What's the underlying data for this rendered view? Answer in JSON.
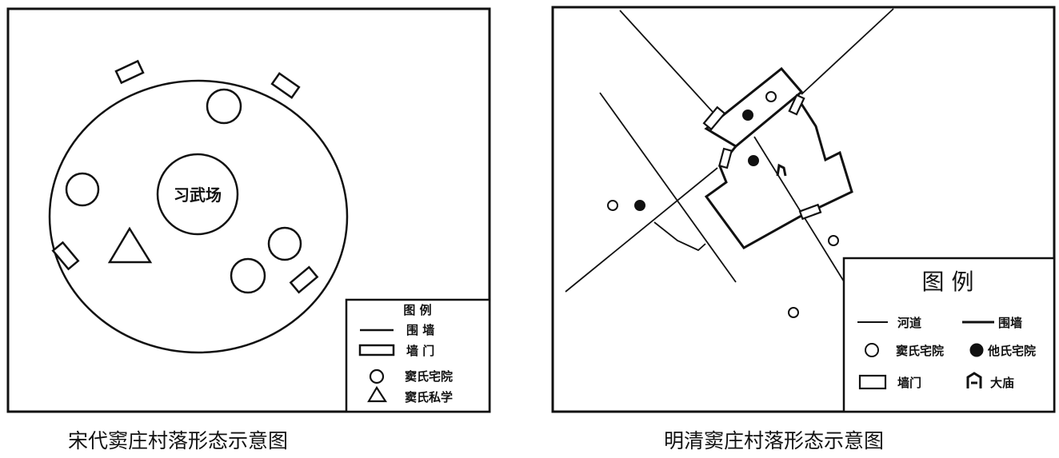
{
  "left_diagram": {
    "caption": "宋代窦庄村落形态示意图",
    "center_label": "习武场",
    "legend": {
      "title": "图 例",
      "items": [
        {
          "symbol": "line",
          "label": "围 墙"
        },
        {
          "symbol": "rectangle",
          "label": "墙 门"
        },
        {
          "symbol": "hollow-circle",
          "label": "窦氏宅院"
        },
        {
          "symbol": "triangle",
          "label": "窦氏私学"
        }
      ]
    }
  },
  "right_diagram": {
    "caption": "明清窦庄村落形态示意图",
    "legend": {
      "title": "图 例",
      "items": [
        {
          "symbol": "thin-line",
          "label": "河道"
        },
        {
          "symbol": "thick-line",
          "label": "围墙"
        },
        {
          "symbol": "hollow-circle",
          "label": "窦氏宅院"
        },
        {
          "symbol": "filled-circle",
          "label": "他氏宅院"
        },
        {
          "symbol": "rectangle",
          "label": "墙门"
        },
        {
          "symbol": "temple",
          "label": "大庙"
        }
      ]
    }
  }
}
